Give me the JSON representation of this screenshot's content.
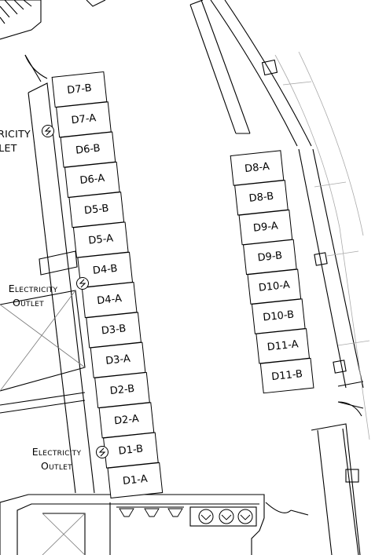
{
  "left_booths": [
    "D7-B",
    "D7-A",
    "D6-B",
    "D6-A",
    "D5-B",
    "D5-A",
    "D4-B",
    "D4-A",
    "D3-B",
    "D3-A",
    "D2-B",
    "D2-A",
    "D1-B",
    "D1-A"
  ],
  "right_booths": [
    "D8-A",
    "D8-B",
    "D9-A",
    "D9-B",
    "D10-A",
    "D10-B",
    "D11-A",
    "D11-B"
  ],
  "outlet_labels": {
    "top_line1": "RICITY",
    "top_line2": "LET",
    "middle_line1": "Electricity",
    "middle_line2": "Outlet",
    "bottom_line1": "Electricity",
    "bottom_line2": "Outlet"
  }
}
